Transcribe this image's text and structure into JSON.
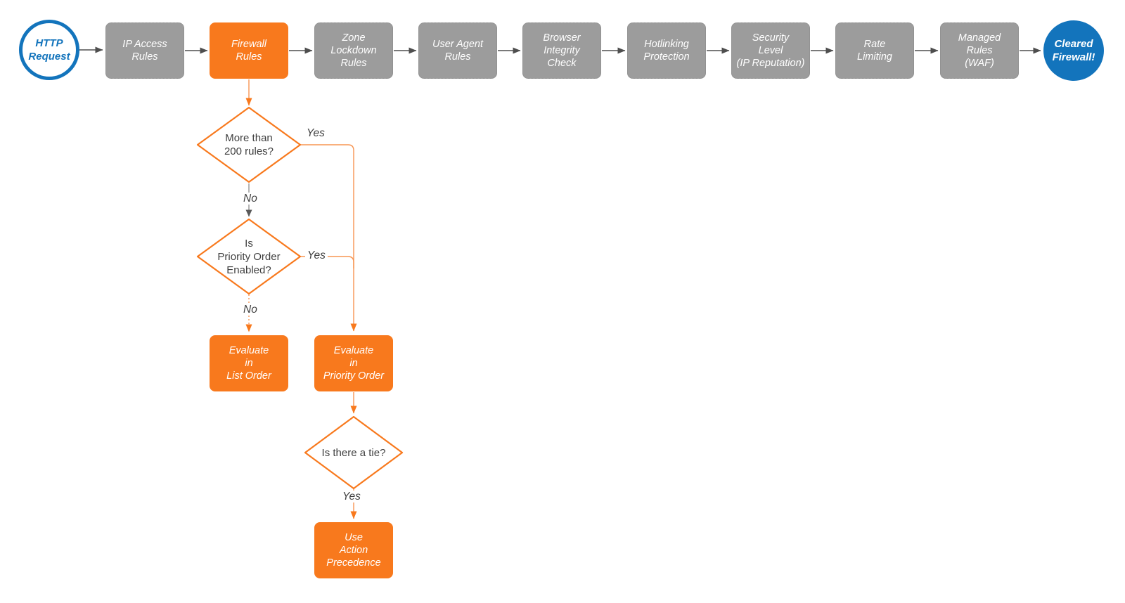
{
  "colors": {
    "accent_orange": "#F8791D",
    "connector_orange": "#F79552",
    "accent_blue": "#1374BC",
    "stage_gray": "#9C9C9C",
    "arrow_gray": "#4E4E4E",
    "text_dark": "#3F3F3F"
  },
  "start": {
    "label": "HTTP\nRequest"
  },
  "end": {
    "label": "Cleared\nFirewall!"
  },
  "stages": [
    {
      "label": "IP Access\nRules"
    },
    {
      "label": "Firewall\nRules"
    },
    {
      "label": "Zone\nLockdown\nRules"
    },
    {
      "label": "User Agent\nRules"
    },
    {
      "label": "Browser\nIntegrity\nCheck"
    },
    {
      "label": "Hotlinking\nProtection"
    },
    {
      "label": "Security\nLevel\n(IP Reputation)"
    },
    {
      "label": "Rate\nLimiting"
    },
    {
      "label": "Managed\nRules\n(WAF)"
    }
  ],
  "decisions": [
    {
      "label": "More than\n200 rules?"
    },
    {
      "label": "Is\nPriority Order\nEnabled?"
    },
    {
      "label": "Is there a tie?"
    }
  ],
  "actions": [
    {
      "label": "Evaluate\nin\nList Order"
    },
    {
      "label": "Evaluate\nin\nPriority Order"
    },
    {
      "label": "Use\nAction\nPrecedence"
    }
  ],
  "edges": {
    "yes1": "Yes",
    "no1": "No",
    "yes2": "Yes",
    "no2": "No",
    "yes3": "Yes"
  }
}
